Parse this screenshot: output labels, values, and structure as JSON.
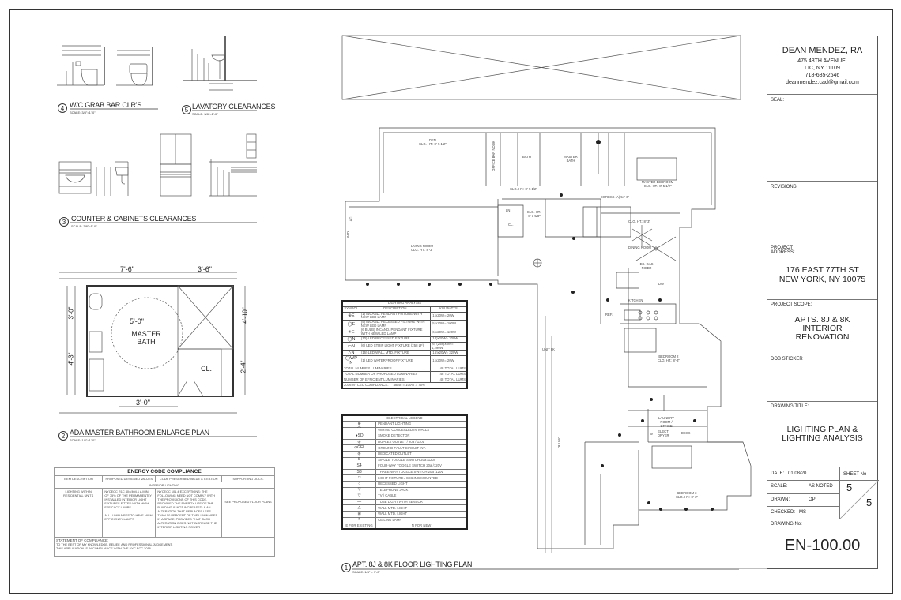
{
  "title_block": {
    "architect_name": "DEAN MENDEZ, RA",
    "address_line1": "475 48TH AVENUE,",
    "address_line2": "LIC, NY 11109",
    "phone": "718-685-2646",
    "email": "deanmendez.cad@gmail.com",
    "seal_label": "SEAL:",
    "revisions_label": "REVISIONS",
    "project_address_label": "PROJECT ADDRESS:",
    "project_address_line1": "176 EAST 77TH ST",
    "project_address_line2": "NEW YORK, NY 10075",
    "project_scope_label": "PROJECT SCOPE:",
    "scope_line1": "APTS. 8J & 8K",
    "scope_line2": "INTERIOR",
    "scope_line3": "RENOVATION",
    "dob_sticker_label": "DOB STICKER",
    "drawing_title_label": "DRAWING TITLE:",
    "drawing_title_line1": "LIGHTING PLAN &",
    "drawing_title_line2": "LIGHTING ANALYSIS",
    "date_label": "DATE:",
    "date_value": "01/08/20",
    "sheet_no_label": "SHEET No",
    "scale_label": "SCALE:",
    "scale_value": "AS NOTED",
    "drawn_label": "DRAWN:",
    "drawn_value": "OP",
    "checked_label": "CHECKED:",
    "checked_value": "MS",
    "sheet_number": "5",
    "sheet_total": "5",
    "drawing_no_label": "DRAWING No:",
    "drawing_no": "EN-100.00"
  },
  "details": [
    {
      "number": "4",
      "title": "W/C GRAB BAR CLR'S",
      "scale": "SCALE: 3/8\"=1'-0\""
    },
    {
      "number": "5",
      "title": "LAVATORY CLEARANCES",
      "scale": "SCALE: 3/8\"=1'-0\""
    },
    {
      "number": "3",
      "title": "COUNTER & CABINETS CLEARANCES",
      "scale": "SCALE: 3/8\"=1'-0\""
    },
    {
      "number": "2",
      "title": "ADA MASTER BATHROOM ENLARGE PLAN",
      "scale": "SCALE: 1/2\"=1'-0\""
    },
    {
      "number": "1",
      "title": "APT. 8J & 8K FLOOR LIGHTING PLAN",
      "scale": "SCALE: 1/4\" = 1'-0\""
    }
  ],
  "bath_plan": {
    "dim_top_left": "7'-6\"",
    "dim_top_right": "3'-6\"",
    "dim_turning": "5'-0\"",
    "room": "MASTER",
    "room2": "BATH",
    "closet": "CL.",
    "dim_bottom": "3'-0\"",
    "dim_left_top": "3'-0\"",
    "dim_left_bottom": "4'-3\"",
    "dim_right_top": "4'-10\"",
    "dim_right_bottom": "2'-4\""
  },
  "floor_plan": {
    "rooms": [
      {
        "name": "DEN",
        "ceiling": "CLG. HT.: 8'-5 1/2\""
      },
      {
        "name": "MASTER BEDROOM",
        "ceiling": "CLG. HT.: 8'-5 1/2\""
      },
      {
        "name": "LIVING ROOM",
        "ceiling": "CLG. HT.: 8'-3\""
      },
      {
        "name": "DINING ROOM",
        "ceiling": "CLG. HT.: 8'-3\""
      },
      {
        "name": "BEDROOM 2",
        "ceiling": "CLG. HT.: 8'-3\""
      },
      {
        "name": "BEDROOM 3",
        "ceiling": "CLG. HT.: 8'-3\""
      }
    ],
    "labels": {
      "bath": "BATH",
      "master_bath": "MASTER BATH",
      "office_nook": "OFFICE BAR NOOK",
      "hall_clg": "CLG. HT.: 8'-5 1/2\"",
      "hall_clg2": "CLG. HT.: 8'-3 5/8\"",
      "egress": "EGRESS (A) 54'-6\"",
      "ln": "LN",
      "cl": "CL.",
      "kitchen": "KITCHEN",
      "gas_riser": "EX. GAS RISER",
      "dw": "DW",
      "ref": "REF.",
      "unit_8k": "UNIT 8K",
      "unit_8j": "UNIT 8J",
      "laundry": "LAUNDRY ROOM / OFFICE",
      "elect_dryer": "ELECT DRYER",
      "desk": "DESK",
      "w": "W",
      "rad": "RAD",
      "ac": "AC"
    }
  },
  "lighting_analysis": {
    "title": "LIGHTING ANALYSIS",
    "headers": [
      "SYMBOL",
      "DESCRIPTION",
      "KW WATTS"
    ],
    "rows": [
      {
        "symbol": "⊕E",
        "description": "(1) INCAND. PENDANT FIXTURE WITH NEW LED LAMP",
        "watts": "(1)x20W= 20W"
      },
      {
        "symbol": "◯E",
        "description": "(5) INCAND. RECESSED FIXTURE WITH NEW LED LAMP",
        "watts": "(5)x20W= 100W"
      },
      {
        "symbol": "✳E",
        "description": "(6 BULB) INCAND. PENDANT FIXTURE WITH NEW LED LAMP",
        "watts": "(6)x20W= 120W"
      },
      {
        "symbol": "◯N",
        "description": "(10) LED RECESSED FIXTURE",
        "watts": "(10)x20W= 200W"
      },
      {
        "symbol": "▭N",
        "description": "(6) LED STRIP LIGHT FIXTURE (258 LF)",
        "watts": "(6) (258)x5W= 1,290W"
      },
      {
        "symbol": "△N",
        "description": "(16) LED WALL MTD. FIXTURE",
        "watts": "(16)x20W= 320W"
      },
      {
        "symbol": "◯WP N",
        "description": "(1) LED WATERPROOF FIXTURE",
        "watts": "(1)x20W= 20W"
      }
    ],
    "totals": [
      {
        "label": "TOTAL NUMBER LUMINARIES",
        "value": "48 TOTAL LUMS"
      },
      {
        "label": "TOTAL NUMBER OF PROPOSED LUMINARIES",
        "value": "48 TOTAL LUMS"
      },
      {
        "label": "NUMBER OF EFFICIENT LUMINARIES",
        "value": "48 TOTAL LUMS"
      },
      {
        "label": "2016 NYCEC COMPLIANCE:",
        "value": "48/48 = 100% > 75%"
      }
    ]
  },
  "electrical_legend": {
    "title": "ELECTRICAL LEGEND",
    "items": [
      {
        "symbol": "⊕",
        "label": "PENDANT LIGHTING"
      },
      {
        "symbol": "⌒",
        "label": "WIRING CONCEALED IN WALLS"
      },
      {
        "symbol": "●SD",
        "label": "SMOKE DETECTOR"
      },
      {
        "symbol": "⦶",
        "label": "DUPLEX OUTLET / 20a / 110v"
      },
      {
        "symbol": "⦶GFI",
        "label": "GROUND FAULT CIRCUIT INT."
      },
      {
        "symbol": "⦶",
        "label": "DEDICATED OUTLET"
      },
      {
        "symbol": "S",
        "label": "SINGLE TOGGLE SWITCH 20a /120v"
      },
      {
        "symbol": "S4",
        "label": "FOUR-WAY TOGGLE SWITCH 20a /120V"
      },
      {
        "symbol": "S3",
        "label": "THREE-WAY TOGGLE SWITCH 20a /120v"
      },
      {
        "symbol": "□",
        "label": "LIGHT FIXTURE / CEILING MOUNTED"
      },
      {
        "symbol": "○",
        "label": "RECESSED LIGHT"
      },
      {
        "symbol": "▽",
        "label": "TELEPHONE JACK"
      },
      {
        "symbol": "▽",
        "label": "TV / CABLE"
      },
      {
        "symbol": "—",
        "label": "TUBE LIGHT WITH SENSOR"
      },
      {
        "symbol": "△",
        "label": "WALL MTD. LIGHT"
      },
      {
        "symbol": "⊞",
        "label": "WALL MTD. LIGHT"
      },
      {
        "symbol": "✳",
        "label": "CEILING LAMP"
      }
    ],
    "footer_left": "E  FOR EXISTING",
    "footer_right": "N  FOR NEW"
  },
  "energy_code": {
    "title": "ENERGY CODE COMPLIANCE",
    "headers": [
      "ITEM DESCRIPTION",
      "PROPOSED DESIGNED VALUES",
      "CODE PRESCRIBED VALUE & CITATION",
      "SUPPORTING DOCS."
    ],
    "section": "INTERIOR LIGHTING",
    "item": "LIGHTING WITHIN RESIDENTIAL UNITS",
    "proposed_1": "NYCECC R1C 404/404.1 A MIN. OF 75% OF THE PERMANENTLY INSTALLED INTERIOR LIGHT FIXTURES FITTED WITH HIGH-EFFICACY LAMPS",
    "proposed_2": "ALL LUMINAIRES TO HAVE HIGH-EFFICIENCY LAMPS",
    "code": "NYCECC 101.4 EXCEPTIONS: THE FOLLOWING NEED NOT COMPLY WITH THE PROVISIONS OF THIS CODE, PROVIDED THE ENERGY USE OF THE BUILDING IS NOT INCREASED: & AN ALTERATION THAT REPLACES LESS THAN 50 PERCENT OF THE LUMINAIRES IN A SPACE, PROVIDED THAT SUCH ALTERATION DOES NOT INCREASE THE INTERIOR LIGHTING POWER",
    "supporting": "SEE PROPOSED FLOOR PLANS",
    "statement_title": "STATEMENT OF COMPLIANCE:",
    "statement_1": "TO THE BEST OF MY KNOWLEDGE, BELIEF, AND PROFESSIONAL JUDGEMENT,",
    "statement_2": "THIS APPLICATION IS IN COMPLIANCE WITH THE NYC ECC 2016"
  }
}
